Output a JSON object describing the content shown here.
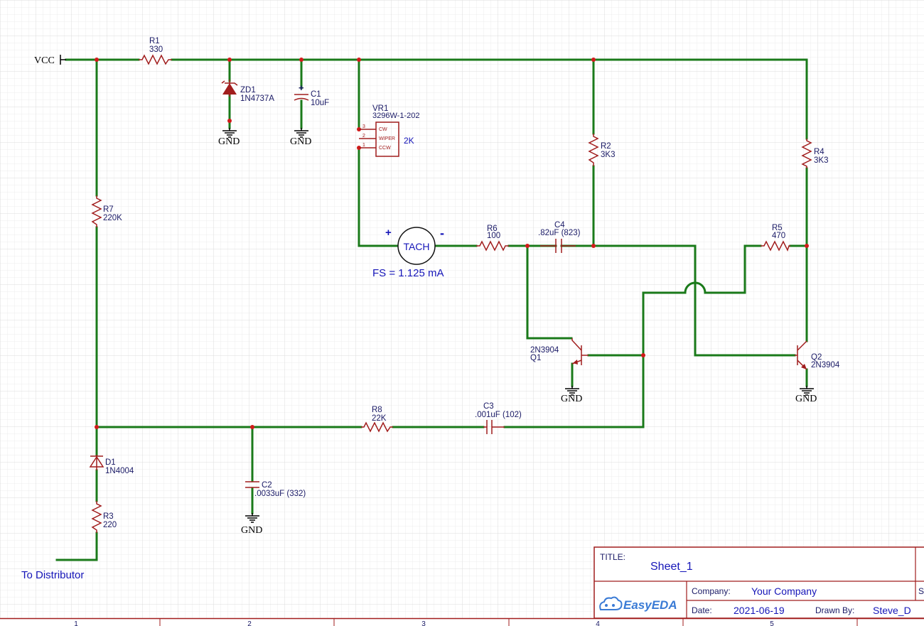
{
  "power": {
    "vcc": "VCC",
    "gnd": "GND"
  },
  "components": {
    "R1": {
      "ref": "R1",
      "value": "330"
    },
    "ZD1": {
      "ref": "ZD1",
      "value": "1N4737A"
    },
    "C1": {
      "ref": "C1",
      "value": "10uF",
      "polarity": "+"
    },
    "VR1": {
      "ref": "VR1",
      "part": "3296W-1-202",
      "value": "2K",
      "pins": [
        "3",
        "2",
        "1"
      ],
      "pin_labels": [
        "CW",
        "WIPER",
        "CCW"
      ]
    },
    "R2": {
      "ref": "R2",
      "value": "3K3"
    },
    "R4": {
      "ref": "R4",
      "value": "3K3"
    },
    "R7": {
      "ref": "R7",
      "value": "220K"
    },
    "R6": {
      "ref": "R6",
      "value": "100"
    },
    "C4": {
      "ref": "C4",
      "value": ".82uF (823)"
    },
    "R5": {
      "ref": "R5",
      "value": "470"
    },
    "Q1": {
      "ref": "Q1",
      "value": "2N3904"
    },
    "Q2": {
      "ref": "Q2",
      "value": "2N3904"
    },
    "R8": {
      "ref": "R8",
      "value": "22K"
    },
    "C3": {
      "ref": "C3",
      "value": ".001uF (102)"
    },
    "D1": {
      "ref": "D1",
      "value": "1N4004"
    },
    "C2": {
      "ref": "C2",
      "value": ".0033uF (332)"
    },
    "R3": {
      "ref": "R3",
      "value": "220"
    }
  },
  "meter": {
    "label": "TACH",
    "plus": "+",
    "minus": "-",
    "fs": "FS = 1.125 mA"
  },
  "notes": {
    "distributor": "To Distributor"
  },
  "title_block": {
    "title_label": "TITLE:",
    "title": "Sheet_1",
    "company_label": "Company:",
    "company": "Your Company",
    "date_label": "Date:",
    "date": "2021-06-19",
    "drawn_label": "Drawn By:",
    "drawn": "Steve_D",
    "logo": "EasyEDA",
    "edge": "S"
  },
  "border": {
    "columns": [
      "1",
      "2",
      "3",
      "4",
      "5"
    ]
  },
  "colors": {
    "wire": "#1a7a1a",
    "component": "#a11d1d",
    "text": "#1515b8",
    "grid": "#e6e6e6"
  }
}
